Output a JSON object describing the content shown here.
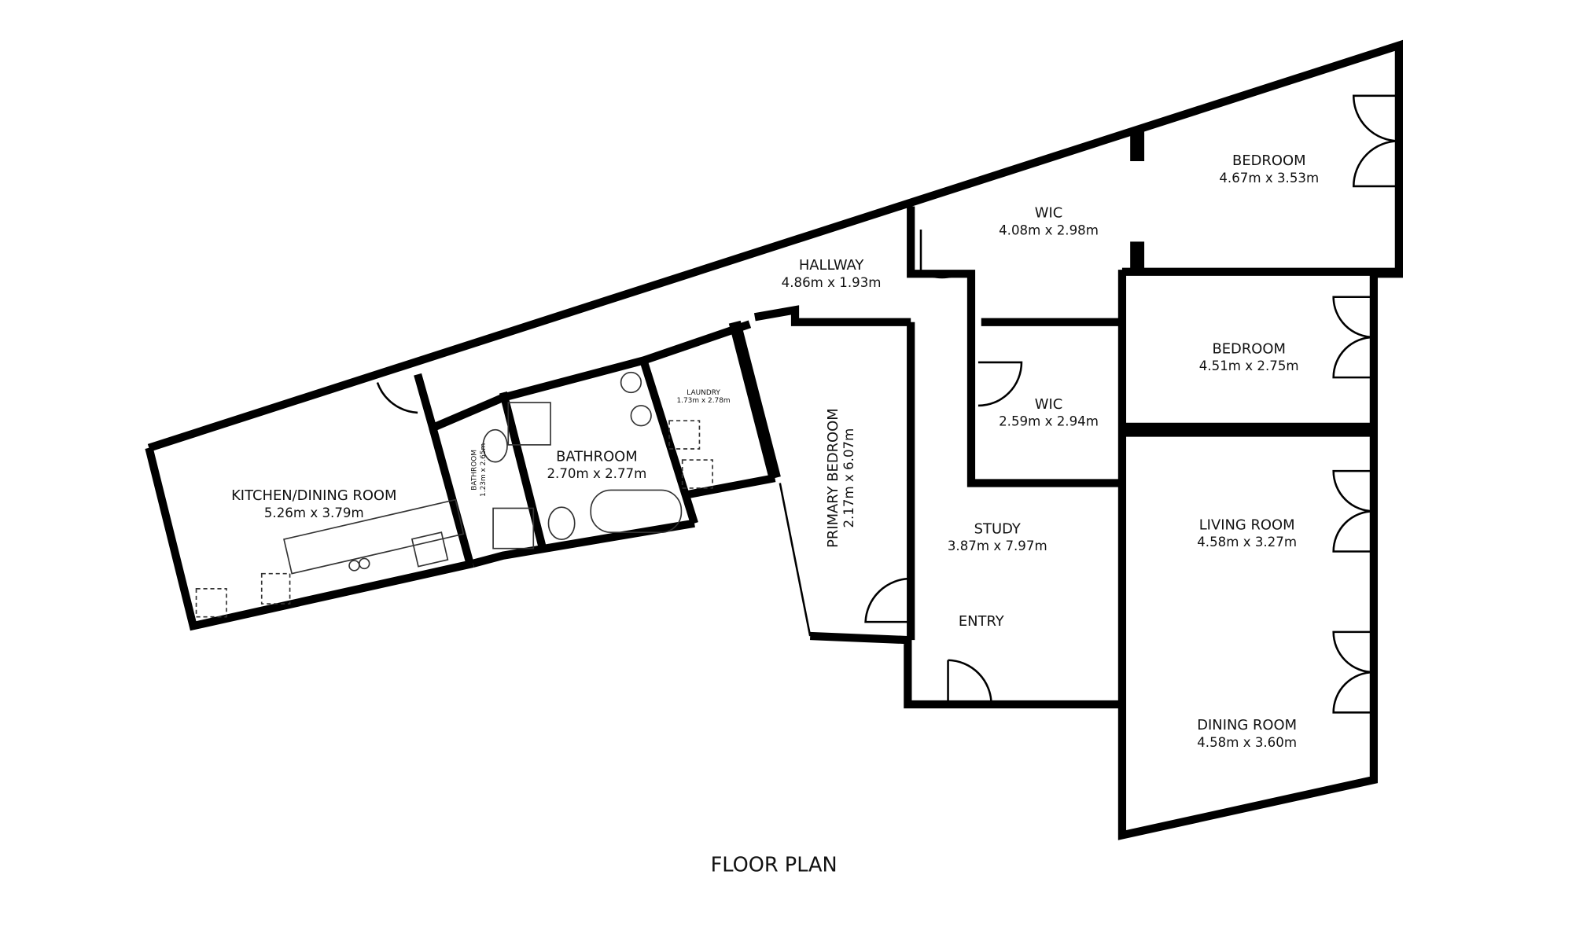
{
  "title": "FLOOR PLAN",
  "rooms": [
    {
      "name": "KITCHEN/DINING ROOM",
      "dims": "5.26m x 3.79m"
    },
    {
      "name": "BATHROOM",
      "dims": "1.23m x 2.65m"
    },
    {
      "name": "BATHROOM",
      "dims": "2.70m x 2.77m"
    },
    {
      "name": "LAUNDRY",
      "dims": "1.73m x 2.78m"
    },
    {
      "name": "HALLWAY",
      "dims": "4.86m x 1.93m"
    },
    {
      "name": "PRIMARY BEDROOM",
      "dims": "2.17m x 6.07m"
    },
    {
      "name": "STUDY",
      "dims": "3.87m x 7.97m"
    },
    {
      "name": "ENTRY",
      "dims": ""
    },
    {
      "name": "WIC",
      "dims": "4.08m x 2.98m"
    },
    {
      "name": "WIC",
      "dims": "2.59m x 2.94m"
    },
    {
      "name": "BEDROOM",
      "dims": "4.67m x 3.53m"
    },
    {
      "name": "BEDROOM",
      "dims": "4.51m x 2.75m"
    },
    {
      "name": "LIVING ROOM",
      "dims": "4.58m x 3.27m"
    },
    {
      "name": "DINING ROOM",
      "dims": "4.58m x 3.60m"
    }
  ]
}
